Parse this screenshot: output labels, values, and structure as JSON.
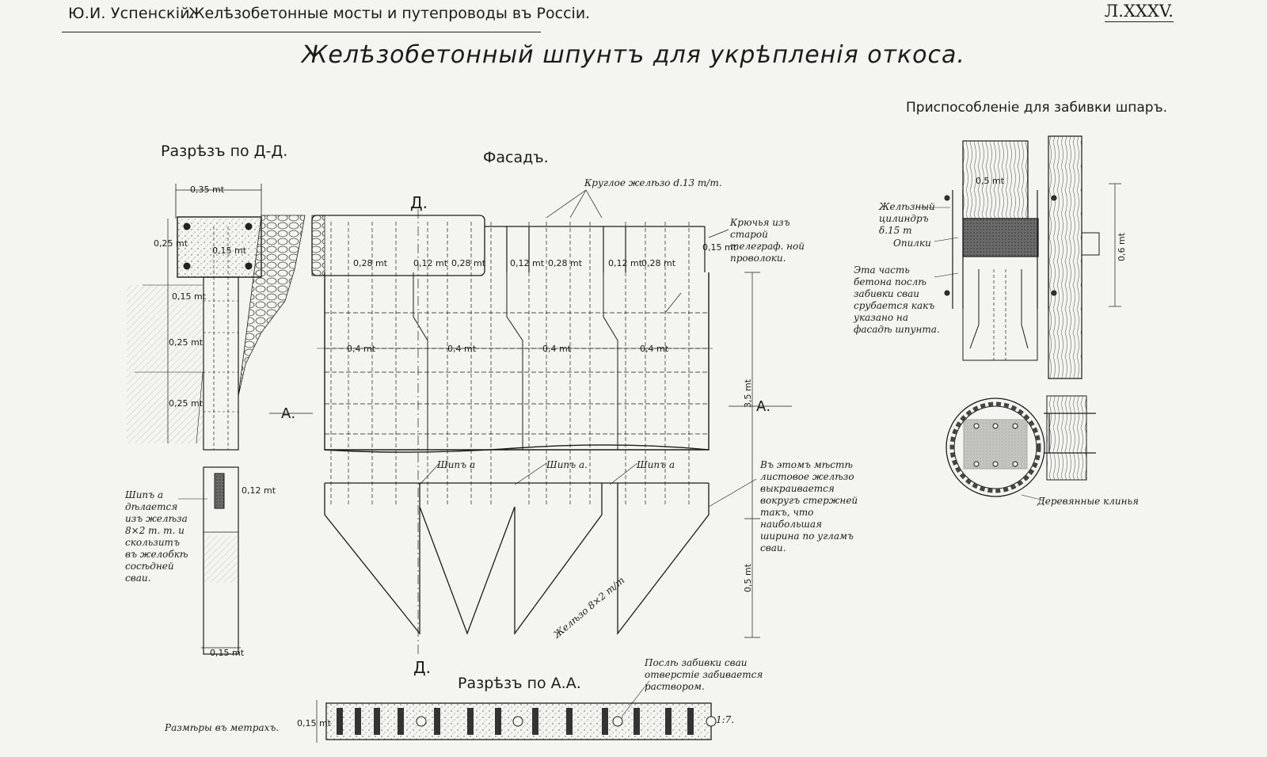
{
  "header": {
    "author": "Ю.И. Успенскій.",
    "book_title": "Желѣзобетонные мосты и путепроводы въ Россіи.",
    "sheet": "Л.XXXV."
  },
  "title": "Желѣзобетонный шпунтъ для укрѣпленія откоса.",
  "captions": {
    "section_dd": "Разрѣзъ по Д-Д.",
    "facade": "Фасадъ.",
    "device": "Приспособленіе для забивки шпаръ.",
    "section_aa": "Разрѣзъ по А.А."
  },
  "dimensions": {
    "w035": "0,35 mt",
    "h025": "0,25 mt",
    "w015": "0,15 mt",
    "d015": "0,15 mt",
    "d025a": "0,25 mt",
    "d025b": "0,25 mt",
    "w012": "0,12 mt",
    "bottom015": "0,15 mt",
    "f028a": "0,28 mt",
    "f012a": "0,12 mt",
    "f028b": "0,28 mt",
    "f012b": "0,12 mt",
    "f028c": "0,28 mt",
    "f012c": "0,12 mt",
    "f028d": "0,28 mt",
    "f015": "0,15 mt",
    "f04a": "0,4 mt",
    "f04b": "0,4 mt",
    "f04c": "0,4 mt",
    "f04d": "0,4 mt",
    "height35": "3,5 mt",
    "height05": "0,5 mt",
    "dev05": "0,5 mt",
    "dev06": "0,6 mt",
    "aa015": "0,15 mt"
  },
  "markers": {
    "d_top": "Д.",
    "d_bottom": "Д.",
    "a_left": "А.",
    "a_right": "А."
  },
  "notes": {
    "round_iron": "Круглое желѣзо d.13 m/m.",
    "hooks": "Крючья изъ старой телеграф. ной проволоки.",
    "spike1": "Шипъ a",
    "spike2": "Шипъ a.",
    "spike3": "Шипъ a",
    "spike_left": "Шипъ a дѣлается изъ желѣза 8×2 m. m. и скользитъ въ желобкѣ сосѣдней сваи.",
    "sheet_iron": "Въ этомъ мѣстѣ листовое желѣзо выкраивается вокругъ стержней такъ, что наибольшая ширина по угламъ сваи.",
    "iron_strip": "Желѣзо 8×2 m/m",
    "after_driving": "Послѣ забивки сваи отверстіе забивается раствором.",
    "size_meters": "Размѣры въ метрахъ.",
    "ratio": "1:7.",
    "iron_cylinder": "Желѣзный цилиндръ δ.15 m",
    "sawdust": "Опилки",
    "concrete_part": "Эта часть бетона послѣ забивки сваи срубается какъ указано на фасадѣ шпунта.",
    "wood_wedge": "Деревянные клинья"
  }
}
